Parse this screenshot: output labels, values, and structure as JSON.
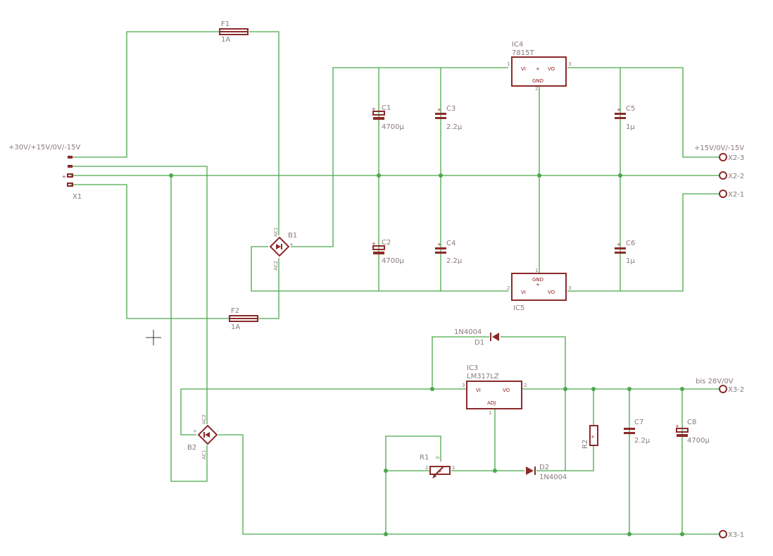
{
  "labels": {
    "f1_name": "F1",
    "f1_value": "1A",
    "f2_name": "F2",
    "f2_value": "1A",
    "ic4_name": "IC4",
    "ic4_value": "7815T",
    "ic5_name": "IC5",
    "ic3_name": "IC3",
    "ic3_value": "LM317LZ",
    "c1_name": "C1",
    "c1_value": "4700µ",
    "c2_name": "C2",
    "c2_value": "4700µ",
    "c3_name": "C3",
    "c3_value": "2.2µ",
    "c4_name": "C4",
    "c4_value": "2.2µ",
    "c5_name": "C5",
    "c5_value": "1µ",
    "c6_name": "C6",
    "c6_value": "1µ",
    "c7_name": "C7",
    "c7_value": "2.2µ",
    "c8_name": "C8",
    "c8_value": "4700µ",
    "b1_name": "B1",
    "b2_name": "B2",
    "d1_name": "D1",
    "d1_value": "1N4004",
    "d2_name": "D2",
    "d2_value": "1N4004",
    "r1_name": "R1",
    "r2_name": "R2",
    "x1_name": "X1",
    "x1_signal": "+30V/+15V/0V/-15V",
    "x2_signal": "+15V/0V/-15V",
    "x2_3": "X2-3",
    "x2_2": "X2-2",
    "x2_1": "X2-1",
    "x3_signal": "bis 28V/0V",
    "x3_2": "X3-2",
    "x3_1": "X3-1"
  },
  "pins": {
    "vi": "VI",
    "vo": "VO",
    "gnd": "GND",
    "adj": "ADJ",
    "ac1": "AC1",
    "ac2": "AC2",
    "p1": "1",
    "p2": "2",
    "p3": "3",
    "plus": "+",
    "minus": "-"
  }
}
